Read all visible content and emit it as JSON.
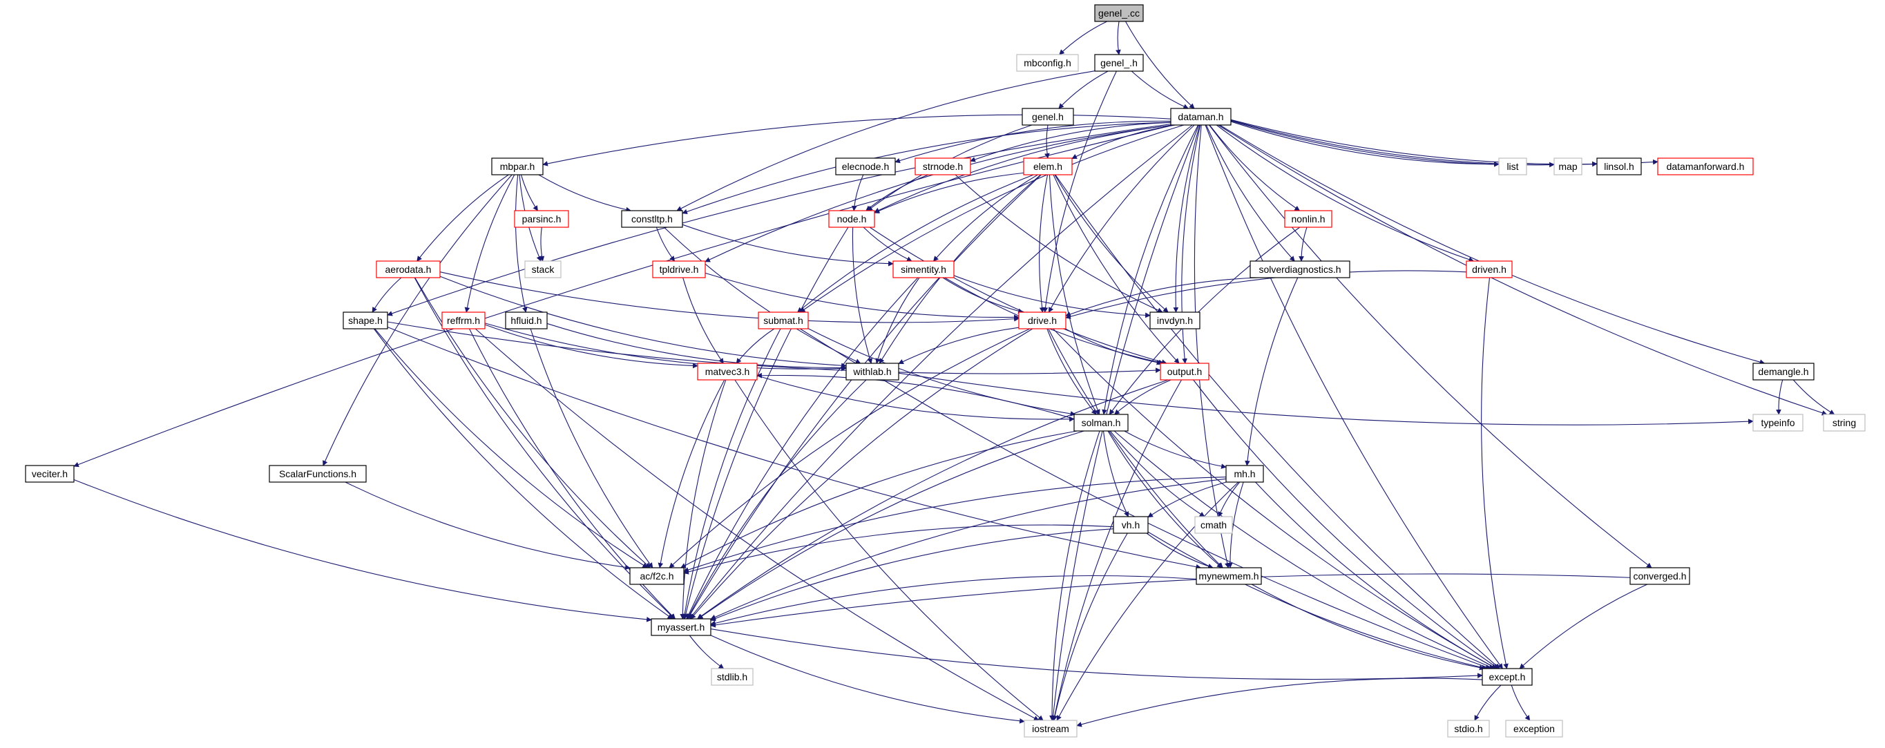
{
  "graph": {
    "edge_color": "#191970",
    "root_node": "genel_.cc",
    "nodes": [
      {
        "id": "genel_cc",
        "label": "genel_.cc",
        "style": "root"
      },
      {
        "id": "mbconfig",
        "label": "mbconfig.h",
        "style": "system"
      },
      {
        "id": "genel_h",
        "label": "genel_.h",
        "style": "normal"
      },
      {
        "id": "dataman",
        "label": "dataman.h",
        "style": "normal"
      },
      {
        "id": "genel",
        "label": "genel.h",
        "style": "normal"
      },
      {
        "id": "list",
        "label": "list",
        "style": "system"
      },
      {
        "id": "map",
        "label": "map",
        "style": "system"
      },
      {
        "id": "linsol",
        "label": "linsol.h",
        "style": "normal"
      },
      {
        "id": "datamanforward",
        "label": "datamanforward.h",
        "style": "truncated"
      },
      {
        "id": "mbpar",
        "label": "mbpar.h",
        "style": "normal"
      },
      {
        "id": "elecnode",
        "label": "elecnode.h",
        "style": "normal"
      },
      {
        "id": "strnode",
        "label": "strnode.h",
        "style": "truncated"
      },
      {
        "id": "elem",
        "label": "elem.h",
        "style": "truncated"
      },
      {
        "id": "parsinc",
        "label": "parsinc.h",
        "style": "truncated"
      },
      {
        "id": "constltp",
        "label": "constltp.h",
        "style": "normal"
      },
      {
        "id": "node",
        "label": "node.h",
        "style": "truncated"
      },
      {
        "id": "nonlin",
        "label": "nonlin.h",
        "style": "truncated"
      },
      {
        "id": "stack",
        "label": "stack",
        "style": "system"
      },
      {
        "id": "aerodata",
        "label": "aerodata.h",
        "style": "truncated"
      },
      {
        "id": "tpldrive",
        "label": "tpldrive.h",
        "style": "truncated"
      },
      {
        "id": "simentity",
        "label": "simentity.h",
        "style": "truncated"
      },
      {
        "id": "solverdiagnostics",
        "label": "solverdiagnostics.h",
        "style": "normal"
      },
      {
        "id": "driven",
        "label": "driven.h",
        "style": "truncated"
      },
      {
        "id": "shape",
        "label": "shape.h",
        "style": "normal"
      },
      {
        "id": "reffrm",
        "label": "reffrm.h",
        "style": "truncated"
      },
      {
        "id": "hfluid",
        "label": "hfluid.h",
        "style": "normal"
      },
      {
        "id": "submat",
        "label": "submat.h",
        "style": "truncated"
      },
      {
        "id": "drive",
        "label": "drive.h",
        "style": "truncated"
      },
      {
        "id": "invdyn",
        "label": "invdyn.h",
        "style": "normal"
      },
      {
        "id": "matvec3",
        "label": "matvec3.h",
        "style": "truncated"
      },
      {
        "id": "withlab",
        "label": "withlab.h",
        "style": "normal"
      },
      {
        "id": "output",
        "label": "output.h",
        "style": "truncated"
      },
      {
        "id": "demangle",
        "label": "demangle.h",
        "style": "normal"
      },
      {
        "id": "typeinfo",
        "label": "typeinfo",
        "style": "system"
      },
      {
        "id": "string",
        "label": "string",
        "style": "system"
      },
      {
        "id": "solman",
        "label": "solman.h",
        "style": "normal"
      },
      {
        "id": "veciter",
        "label": "veciter.h",
        "style": "normal"
      },
      {
        "id": "scalarfunctions",
        "label": "ScalarFunctions.h",
        "style": "normal"
      },
      {
        "id": "mh",
        "label": "mh.h",
        "style": "normal"
      },
      {
        "id": "cmath",
        "label": "cmath",
        "style": "system"
      },
      {
        "id": "vh",
        "label": "vh.h",
        "style": "normal"
      },
      {
        "id": "acf2c",
        "label": "ac/f2c.h",
        "style": "normal"
      },
      {
        "id": "mynewmem",
        "label": "mynewmem.h",
        "style": "normal"
      },
      {
        "id": "converged",
        "label": "converged.h",
        "style": "normal"
      },
      {
        "id": "myassert",
        "label": "myassert.h",
        "style": "normal"
      },
      {
        "id": "stdlib",
        "label": "stdlib.h",
        "style": "system"
      },
      {
        "id": "except",
        "label": "except.h",
        "style": "normal"
      },
      {
        "id": "stdio",
        "label": "stdio.h",
        "style": "system"
      },
      {
        "id": "exception",
        "label": "exception",
        "style": "system"
      },
      {
        "id": "iostream",
        "label": "iostream",
        "style": "system"
      }
    ],
    "edges": [
      [
        "genel_cc",
        "mbconfig"
      ],
      [
        "genel_cc",
        "genel_h"
      ],
      [
        "genel_cc",
        "dataman"
      ],
      [
        "genel_h",
        "genel"
      ],
      [
        "genel_h",
        "dataman"
      ],
      [
        "genel_h",
        "constltp"
      ],
      [
        "genel_h",
        "drive"
      ],
      [
        "genel",
        "elem"
      ],
      [
        "genel",
        "node"
      ],
      [
        "dataman",
        "list"
      ],
      [
        "dataman",
        "map"
      ],
      [
        "dataman",
        "linsol"
      ],
      [
        "dataman",
        "datamanforward"
      ],
      [
        "dataman",
        "mbpar"
      ],
      [
        "dataman",
        "elecnode"
      ],
      [
        "dataman",
        "strnode"
      ],
      [
        "dataman",
        "elem"
      ],
      [
        "dataman",
        "constltp"
      ],
      [
        "dataman",
        "node"
      ],
      [
        "dataman",
        "nonlin"
      ],
      [
        "dataman",
        "tpldrive"
      ],
      [
        "dataman",
        "solverdiagnostics"
      ],
      [
        "dataman",
        "driven"
      ],
      [
        "dataman",
        "shape"
      ],
      [
        "dataman",
        "submat"
      ],
      [
        "dataman",
        "drive"
      ],
      [
        "dataman",
        "invdyn"
      ],
      [
        "dataman",
        "output"
      ],
      [
        "dataman",
        "demangle"
      ],
      [
        "dataman",
        "string"
      ],
      [
        "dataman",
        "solman"
      ],
      [
        "dataman",
        "veciter"
      ],
      [
        "dataman",
        "mynewmem"
      ],
      [
        "dataman",
        "converged"
      ],
      [
        "dataman",
        "myassert"
      ],
      [
        "dataman",
        "except"
      ],
      [
        "dataman",
        "iostream"
      ],
      [
        "mbpar",
        "parsinc"
      ],
      [
        "mbpar",
        "constltp"
      ],
      [
        "mbpar",
        "stack"
      ],
      [
        "mbpar",
        "aerodata"
      ],
      [
        "mbpar",
        "reffrm"
      ],
      [
        "mbpar",
        "hfluid"
      ],
      [
        "mbpar",
        "scalarfunctions"
      ],
      [
        "parsinc",
        "stack"
      ],
      [
        "elecnode",
        "node"
      ],
      [
        "strnode",
        "node"
      ],
      [
        "strnode",
        "invdyn"
      ],
      [
        "elem",
        "node"
      ],
      [
        "elem",
        "simentity"
      ],
      [
        "elem",
        "submat"
      ],
      [
        "elem",
        "drive"
      ],
      [
        "elem",
        "invdyn"
      ],
      [
        "elem",
        "output"
      ],
      [
        "elem",
        "withlab"
      ],
      [
        "elem",
        "solman"
      ],
      [
        "elem",
        "except"
      ],
      [
        "elem",
        "myassert"
      ],
      [
        "constltp",
        "tpldrive"
      ],
      [
        "constltp",
        "simentity"
      ],
      [
        "constltp",
        "withlab"
      ],
      [
        "node",
        "simentity"
      ],
      [
        "node",
        "withlab"
      ],
      [
        "node",
        "output"
      ],
      [
        "node",
        "myassert"
      ],
      [
        "nonlin",
        "solverdiagnostics"
      ],
      [
        "nonlin",
        "solman"
      ],
      [
        "aerodata",
        "shape"
      ],
      [
        "aerodata",
        "drive"
      ],
      [
        "aerodata",
        "withlab"
      ],
      [
        "aerodata",
        "acf2c"
      ],
      [
        "aerodata",
        "myassert"
      ],
      [
        "tpldrive",
        "drive"
      ],
      [
        "tpldrive",
        "matvec3"
      ],
      [
        "simentity",
        "drive"
      ],
      [
        "simentity",
        "invdyn"
      ],
      [
        "simentity",
        "output"
      ],
      [
        "simentity",
        "withlab"
      ],
      [
        "simentity",
        "myassert"
      ],
      [
        "solverdiagnostics",
        "drive"
      ],
      [
        "solverdiagnostics",
        "mh"
      ],
      [
        "driven",
        "drive"
      ],
      [
        "driven",
        "except"
      ],
      [
        "shape",
        "output"
      ],
      [
        "shape",
        "myassert"
      ],
      [
        "shape",
        "acf2c"
      ],
      [
        "shape",
        "mynewmem"
      ],
      [
        "reffrm",
        "matvec3"
      ],
      [
        "reffrm",
        "myassert"
      ],
      [
        "reffrm",
        "iostream"
      ],
      [
        "reffrm",
        "withlab"
      ],
      [
        "hfluid",
        "withlab"
      ],
      [
        "hfluid",
        "acf2c"
      ],
      [
        "submat",
        "matvec3"
      ],
      [
        "submat",
        "solman"
      ],
      [
        "submat",
        "myassert"
      ],
      [
        "submat",
        "except"
      ],
      [
        "drive",
        "withlab"
      ],
      [
        "drive",
        "output"
      ],
      [
        "drive",
        "solman"
      ],
      [
        "drive",
        "mynewmem"
      ],
      [
        "drive",
        "acf2c"
      ],
      [
        "drive",
        "myassert"
      ],
      [
        "drive",
        "except"
      ],
      [
        "matvec3",
        "solman"
      ],
      [
        "matvec3",
        "acf2c"
      ],
      [
        "matvec3",
        "myassert"
      ],
      [
        "matvec3",
        "iostream"
      ],
      [
        "withlab",
        "typeinfo"
      ],
      [
        "withlab",
        "myassert"
      ],
      [
        "output",
        "solman"
      ],
      [
        "output",
        "myassert"
      ],
      [
        "output",
        "iostream"
      ],
      [
        "output",
        "except"
      ],
      [
        "demangle",
        "typeinfo"
      ],
      [
        "demangle",
        "string"
      ],
      [
        "solman",
        "matvec3"
      ],
      [
        "solman",
        "mh"
      ],
      [
        "solman",
        "vh"
      ],
      [
        "solman",
        "cmath"
      ],
      [
        "solman",
        "mynewmem"
      ],
      [
        "solman",
        "acf2c"
      ],
      [
        "solman",
        "myassert"
      ],
      [
        "solman",
        "except"
      ],
      [
        "solman",
        "iostream"
      ],
      [
        "veciter",
        "myassert"
      ],
      [
        "scalarfunctions",
        "acf2c"
      ],
      [
        "mh",
        "vh"
      ],
      [
        "mh",
        "cmath"
      ],
      [
        "mh",
        "mynewmem"
      ],
      [
        "mh",
        "acf2c"
      ],
      [
        "mh",
        "myassert"
      ],
      [
        "mh",
        "except"
      ],
      [
        "mh",
        "iostream"
      ],
      [
        "vh",
        "mynewmem"
      ],
      [
        "vh",
        "acf2c"
      ],
      [
        "vh",
        "myassert"
      ],
      [
        "vh",
        "except"
      ],
      [
        "vh",
        "iostream"
      ],
      [
        "mynewmem",
        "myassert"
      ],
      [
        "mynewmem",
        "except"
      ],
      [
        "converged",
        "myassert"
      ],
      [
        "converged",
        "except"
      ],
      [
        "myassert",
        "stdlib"
      ],
      [
        "myassert",
        "iostream"
      ],
      [
        "myassert",
        "except"
      ],
      [
        "except",
        "stdio"
      ],
      [
        "except",
        "exception"
      ],
      [
        "except",
        "iostream"
      ]
    ]
  }
}
